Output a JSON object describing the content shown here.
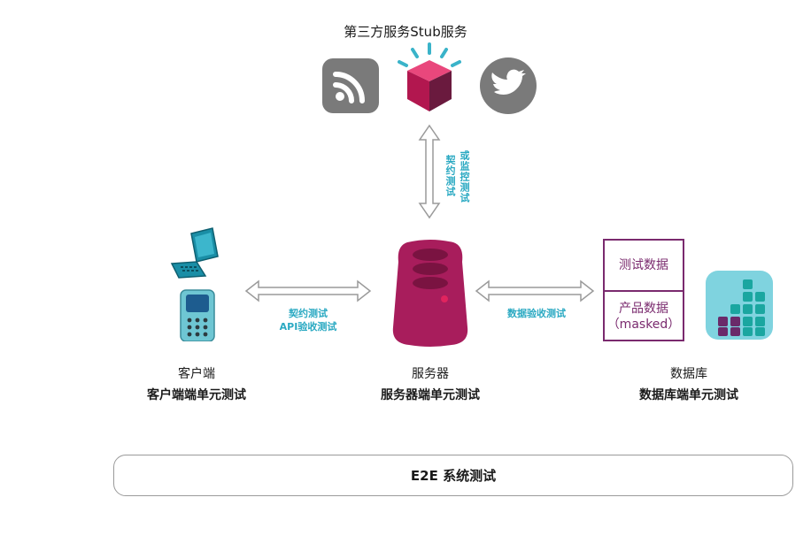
{
  "third_party": {
    "title": "第三方服务Stub服务",
    "icons": [
      "rss-icon",
      "cube-icon",
      "twitter-bird-icon"
    ]
  },
  "vertical_link": {
    "left_text": "契约测试",
    "right_text": "或监控测试"
  },
  "client_server_link": {
    "line1": "契约测试",
    "line2": "API验收测试"
  },
  "server_db_link": {
    "label": "数据验收测试"
  },
  "client": {
    "name": "客户端",
    "test": "客户端端单元测试"
  },
  "server": {
    "name": "服务器",
    "test": "服务器端单元测试"
  },
  "database": {
    "name": "数据库",
    "test": "数据库端单元测试",
    "test_data": "测试数据",
    "product_data": "产品数据",
    "masked": "（masked）"
  },
  "e2e": {
    "label": "E2E 系统测试"
  },
  "colors": {
    "accent_teal": "#2aa9c2",
    "server_magenta": "#a81d5c",
    "db_purple": "#7a2a6e",
    "icon_gray": "#777777"
  }
}
